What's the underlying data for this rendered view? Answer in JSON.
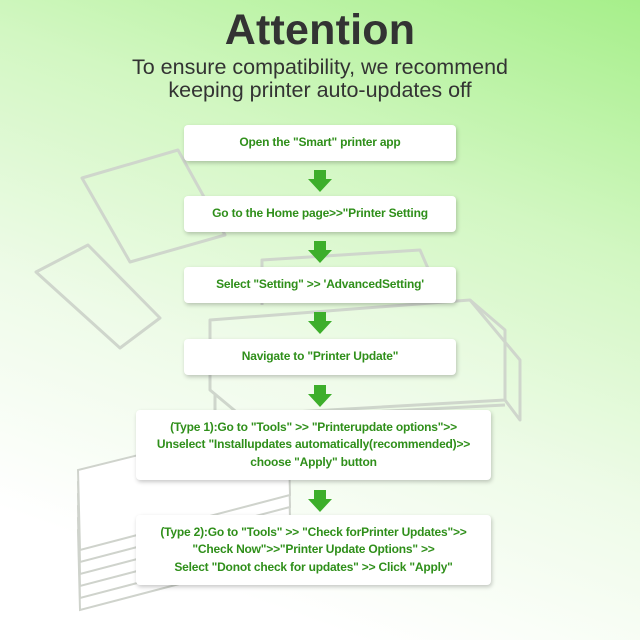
{
  "header": {
    "title": "Attention",
    "subtitle_lines": [
      "To ensure compatibility, we recommend",
      "keeping printer auto-updates off"
    ]
  },
  "steps": [
    {
      "lines": [
        "Open the \"Smart\" printer app"
      ]
    },
    {
      "lines": [
        "Go to the Home page>>\"Printer Setting"
      ]
    },
    {
      "lines": [
        "Select \"Setting\" >> 'AdvancedSetting'"
      ]
    },
    {
      "lines": [
        "Navigate to \"Printer Update\""
      ]
    },
    {
      "lines": [
        "(Type 1):Go to \"Tools\" >> \"Printerupdate options\">>",
        "Unselect \"Installupdates automatically(recommended)>>",
        "choose \"Apply\" button"
      ]
    },
    {
      "lines": [
        "(Type 2):Go to \"Tools\" >> \"Check forPrinter Updates\">>",
        "\"Check Now\">>\"Printer Update Options\" >>",
        "Select \"Donot check for updates\" >> Click \"Apply\""
      ]
    }
  ],
  "colors": {
    "step_text": "#2f8f1a",
    "arrow": "#3dae2b",
    "title": "#333333"
  },
  "icons": {
    "flow_arrow": "arrow-down-icon",
    "background": [
      "paper-sheet-icon",
      "printer-icon",
      "paper-stack-icon"
    ]
  }
}
